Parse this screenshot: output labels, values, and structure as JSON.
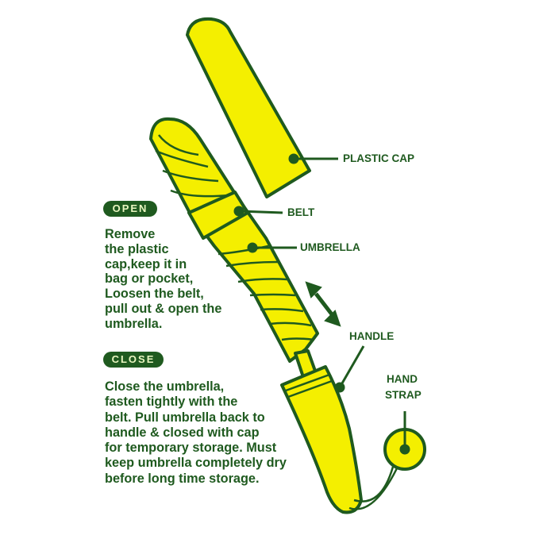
{
  "labels": {
    "plastic_cap": "PLASTIC CAP",
    "belt": "BELT",
    "umbrella": "UMBRELLA",
    "handle": "HANDLE",
    "hand_strap": [
      "HAND",
      "STRAP"
    ]
  },
  "open": {
    "title": "OPEN",
    "lines": [
      "Remove",
      "the plastic",
      "cap,keep it in",
      "bag or pocket,",
      "Loosen the belt,",
      "pull out & open the",
      "umbrella."
    ]
  },
  "close": {
    "title": "CLOSE",
    "lines": [
      "Close the umbrella,",
      "fasten tightly with the",
      "belt. Pull umbrella back to",
      "handle & closed with cap",
      "for temporary storage. Must",
      "keep umbrella completely dry",
      "before long time storage."
    ]
  },
  "colors": {
    "green": "#1f5a1f",
    "yellow": "#f4ef00"
  }
}
